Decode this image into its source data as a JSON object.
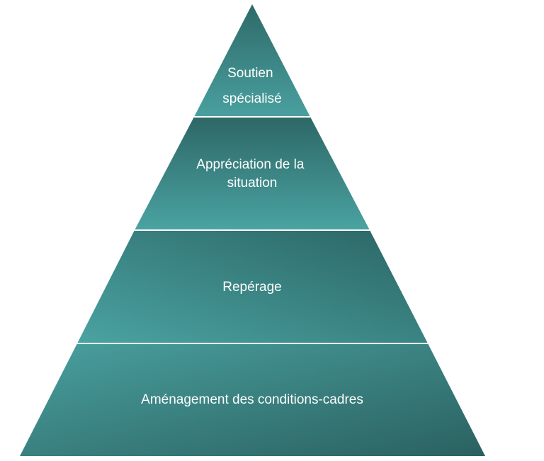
{
  "pyramid": {
    "tiers": [
      {
        "lines": [
          "Soutien",
          "spécialisé"
        ]
      },
      {
        "lines": [
          "Appréciation de la",
          "situation"
        ]
      },
      {
        "lines": [
          "Repérage"
        ]
      },
      {
        "lines": [
          "Aménagement des conditions-cadres"
        ]
      }
    ],
    "colors": {
      "dark": "#2e6a69",
      "light": "#4aa3a2",
      "text": "#ffffff",
      "separator": "#ffffff"
    }
  }
}
